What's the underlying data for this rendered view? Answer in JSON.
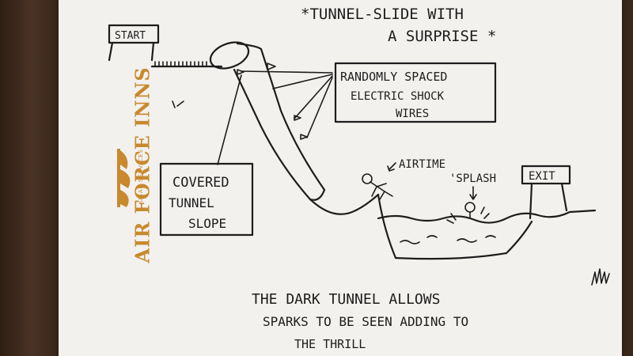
{
  "title_line1": "*TUNNEL-SLIDE WITH",
  "title_line2": "A SURPRISE *",
  "start_label": "START",
  "exit_label": "EXIT",
  "wires_label_line1": "RANDOMLY SPACED",
  "wires_label_line2": "ELECTRIC SHOCK",
  "wires_label_line3": "WIRES",
  "tunnel_label_line1": "COVERED",
  "tunnel_label_line2": "TUNNEL",
  "tunnel_label_line3": "SLOPE",
  "airtime_label": "AIRTIME",
  "splash_label": "'SPLASH",
  "caption_line1": "THE DARK TUNNEL ALLOWS",
  "caption_line2": "SPARKS TO BE SEEN ADDING TO",
  "caption_line3": "THE THRILL",
  "logo_text": "AIR FORCE INNS",
  "logo_sub": "USAF SERVICES",
  "colors": {
    "ink": "#1d1d1d",
    "paper": "#f3f1ee",
    "logo": "#c8892f",
    "table": "#3b2a1f"
  }
}
